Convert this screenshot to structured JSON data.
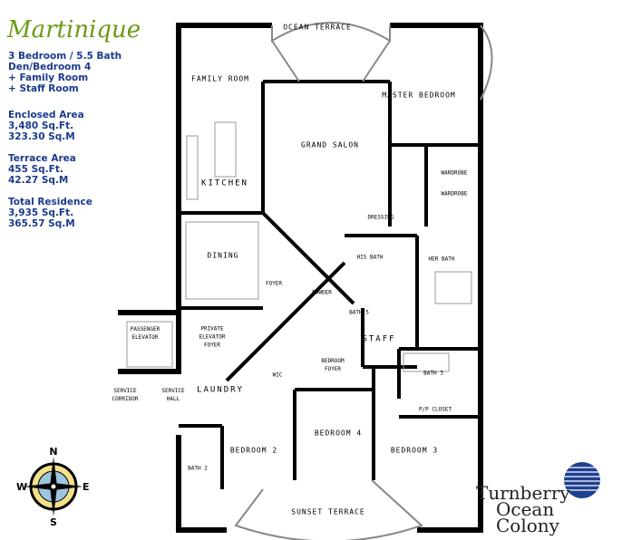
{
  "title": "Martinique",
  "summary": [
    "3 Bedroom / 5.5 Bath",
    "Den/Bedroom 4",
    "+ Family Room",
    "+ Staff Room"
  ],
  "enclosed": {
    "label": "Enclosed Area",
    "sqft": "3,480 Sq.Ft.",
    "sqm": "323.30 Sq.M"
  },
  "terrace": {
    "label": "Terrace Area",
    "sqft": "455 Sq.Ft.",
    "sqm": "42.27 Sq.M"
  },
  "total": {
    "label": "Total Residence",
    "sqft": "3,935 Sq.Ft.",
    "sqm": "365.57 Sq.M"
  },
  "rooms": {
    "ocean_terrace": "OCEAN TERRACE",
    "family_room": "FAMILY ROOM",
    "master_bedroom": "MASTER BEDROOM",
    "grand_salon": "GRAND SALON",
    "kitchen": "KITCHEN",
    "wardrobe1": "WARDROBE",
    "wardrobe2": "WARDROBE",
    "dressing": "DRESSING",
    "dining": "DINING",
    "his_bath": "HIS BATH",
    "her_bath": "HER BATH",
    "foyer": "FOYER",
    "powder": "POWDER",
    "bath5": "BATH 5",
    "private_elevator_foyer": "PRIVATE ELEVATOR FOYER",
    "passenger_elevator": "PASSENGER ELEVATOR",
    "staff": "STAFF",
    "bedroom_foyer": "BEDROOM FOYER",
    "wic": "WIC",
    "bath3": "BATH 3",
    "laundry": "LAUNDRY",
    "service_corridor": "SERVICE CORRIDOR",
    "service_hall": "SERVICE HALL",
    "pp_closet": "P/P CLOSET",
    "bedroom4": "BEDROOM 4",
    "bedroom2": "BEDROOM 2",
    "bedroom3": "BEDROOM 3",
    "bath2": "BATH 2",
    "sunset_terrace": "SUNSET TERRACE"
  },
  "compass": {
    "n": "N",
    "s": "S",
    "e": "E",
    "w": "W"
  },
  "logo": {
    "line1": "Turnberry",
    "line2": "Ocean Colony"
  }
}
